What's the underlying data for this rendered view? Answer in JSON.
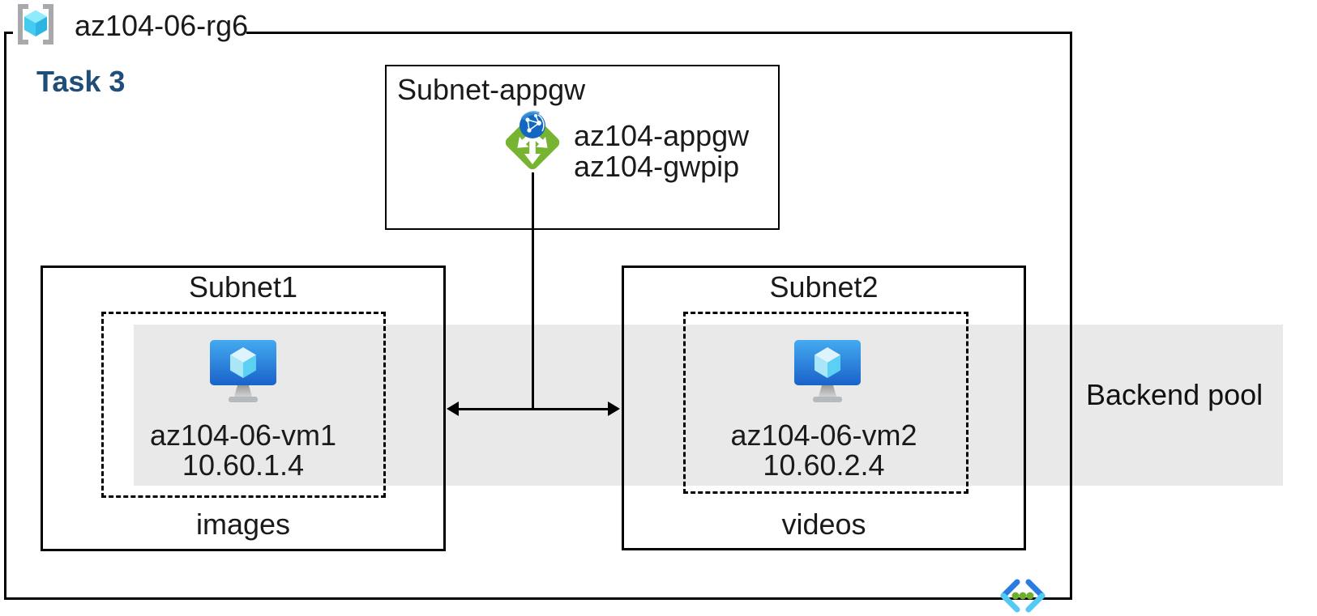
{
  "resource_group": {
    "name": "az104-06-rg6",
    "icon": "resource-group-icon"
  },
  "task_label": "Task 3",
  "appgw_subnet": {
    "title": "Subnet-appgw",
    "gateway": {
      "icon": "application-gateway-icon",
      "name": "az104-appgw",
      "public_ip": "az104-gwpip"
    }
  },
  "subnet1": {
    "title": "Subnet1",
    "vm": {
      "icon": "virtual-machine-icon",
      "name": "az104-06-vm1",
      "ip": "10.60.1.4"
    },
    "storage_label": "images"
  },
  "subnet2": {
    "title": "Subnet2",
    "vm": {
      "icon": "virtual-machine-icon",
      "name": "az104-06-vm2",
      "ip": "10.60.2.4"
    },
    "storage_label": "videos"
  },
  "backend_pool": {
    "label": "Backend pool"
  },
  "bottom_icon": "virtual-network-icon",
  "colors": {
    "line_black": "#000000",
    "backend_pool_band": "#e9e9e9",
    "task_text_blue": "#1f4e79",
    "appgw_green": "#77b431",
    "appgw_globe_blue": "#1268c0",
    "vm_monitor_blue_top": "#44aaf0",
    "vm_monitor_blue_bottom": "#1a62c9",
    "cube_cyan_light": "#ddf4fd",
    "cube_cyan_mid": "#a8e6f8",
    "cube_cyan_dark": "#5bd0f3",
    "rg_bracket_gray": "#a7a9ac",
    "vnet_chevron_dark": "#2b7ce1",
    "vnet_chevron_light": "#55c9f5",
    "vnet_dot_green": "#6fae2c"
  }
}
